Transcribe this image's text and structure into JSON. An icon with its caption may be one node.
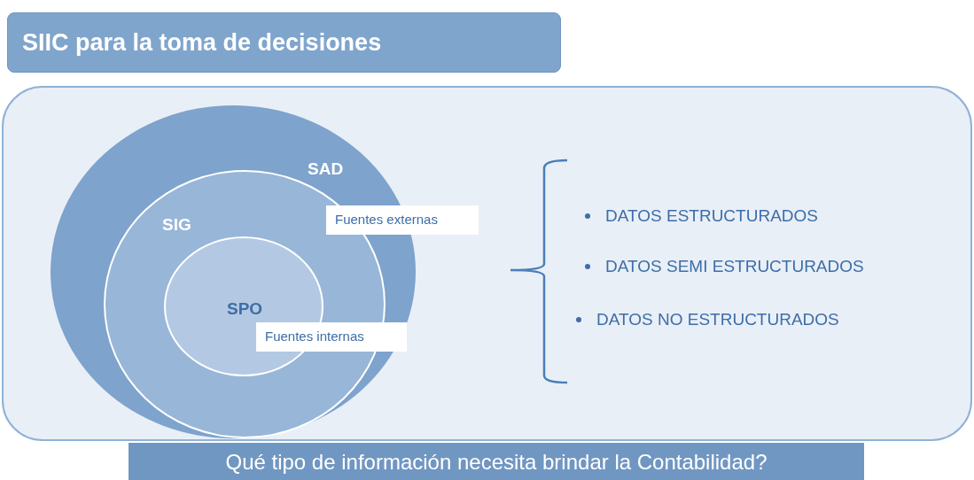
{
  "diagram": {
    "title": "SIIC para la toma de decisiones",
    "caption": "Qué tipo de información necesita brindar la Contabilidad?",
    "nodes": [
      {
        "text": [],
        "shape": "box"
      },
      {
        "text": [
          "SAD"
        ],
        "in": 0
      },
      {
        "text": [
          "SIG"
        ],
        "in": 1
      },
      {
        "text": [
          "SPO"
        ],
        "in": 2
      },
      {
        "text": [
          "Fuentes externas"
        ],
        "in": 0
      },
      {
        "text": [
          "Fuentes internas"
        ],
        "in": 1
      }
    ],
    "labels": [
      "DATOS ESTRUCTURADOS",
      "DATOS SEMI ESTRUCTURADOS",
      "DATOS NO ESTRUCTURADOS"
    ]
  }
}
